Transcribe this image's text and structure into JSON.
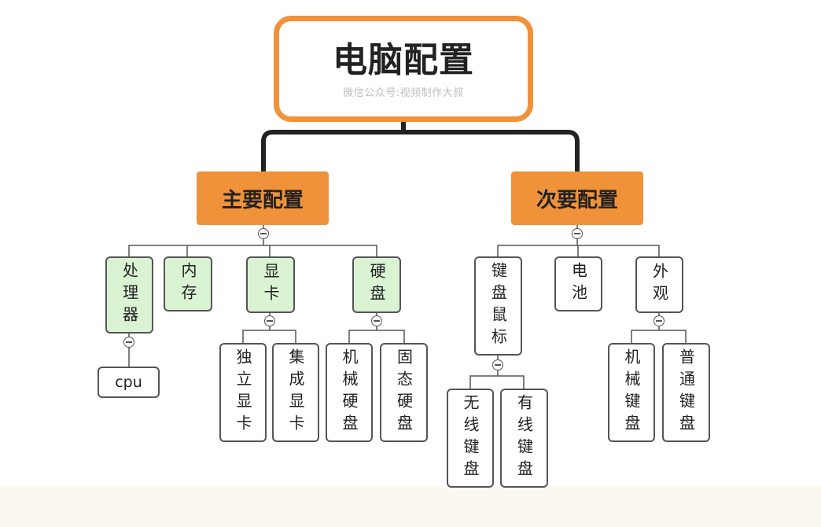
{
  "root": {
    "title": "电脑配置",
    "watermark": "微信公众号:视频制作大叔"
  },
  "categories": [
    {
      "label": "主要配置",
      "items": [
        {
          "label": "处理器",
          "children": [
            "cpu"
          ]
        },
        {
          "label": "内存",
          "children": []
        },
        {
          "label": "显卡",
          "children": [
            "独立显卡",
            "集成显卡"
          ]
        },
        {
          "label": "硬盘",
          "children": [
            "机械硬盘",
            "固态硬盘"
          ]
        }
      ]
    },
    {
      "label": "次要配置",
      "items": [
        {
          "label": "键盘鼠标",
          "children": [
            "无线键盘",
            "有线键盘"
          ]
        },
        {
          "label": "电池",
          "children": []
        },
        {
          "label": "外观",
          "children": [
            "机械键盘",
            "普通键盘"
          ]
        }
      ]
    }
  ],
  "colors": {
    "accent": "#f0923a",
    "primary_item_fill": "#d9f3d3",
    "border": "#555555",
    "connector": "#222222"
  },
  "icons": {
    "collapse": "collapse-toggle-icon"
  }
}
